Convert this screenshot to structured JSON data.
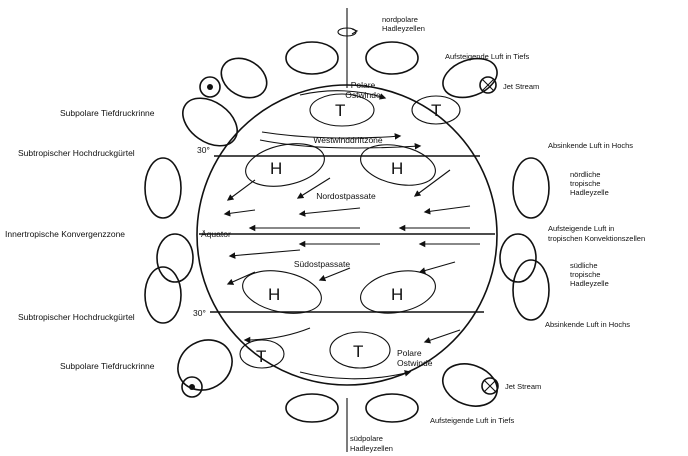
{
  "left_labels": {
    "subpolar_top": "Subpolare Tiefdruckrinne",
    "subtropical_top": "Subtropischer Hochdruckgürtel",
    "itcz": "Innertropische Konvergenzzone",
    "subtropical_bottom": "Subtropischer Hochdruckgürtel",
    "subpolar_bottom": "Subpolare Tiefdruckrinne"
  },
  "right_labels": {
    "north_polar_cells": [
      "nordpolare",
      "Hadleyzellen"
    ],
    "rising_air_lows_top": "Aufsteigende Luft in Tiefs",
    "jet_stream_top": "Jet Stream",
    "sinking_air_highs_top": "Absinkende Luft in Hochs",
    "north_tropical_cell": [
      "nördliche",
      "tropische",
      "Hadleyzelle"
    ],
    "rising_air_convection": [
      "Aufsteigende Luft in",
      "tropischen Konvektionszellen"
    ],
    "south_tropical_cell": [
      "südliche",
      "tropische",
      "Hadleyzelle"
    ],
    "sinking_air_highs_bottom": "Absinkende Luft in Hochs",
    "jet_stream_bottom": "Jet Stream",
    "rising_air_lows_bottom": "Aufsteigende Luft in Tiefs",
    "south_polar_cells": [
      "südpolare",
      "Hadleyzellen"
    ]
  },
  "globe_labels": {
    "polar_easterlies_north": [
      "Polare",
      "Ostwinde"
    ],
    "westerlies": "Westwinddriftzone",
    "northeast_trades": "Nordostpassate",
    "equator": "Äquator",
    "southeast_trades": "Südostpassate",
    "polar_easterlies_south": [
      "Polare",
      "Ostwinde"
    ],
    "lat_north": "30°",
    "lat_south": "30°"
  },
  "pressure_symbols": {
    "low": "T",
    "high": "H"
  }
}
